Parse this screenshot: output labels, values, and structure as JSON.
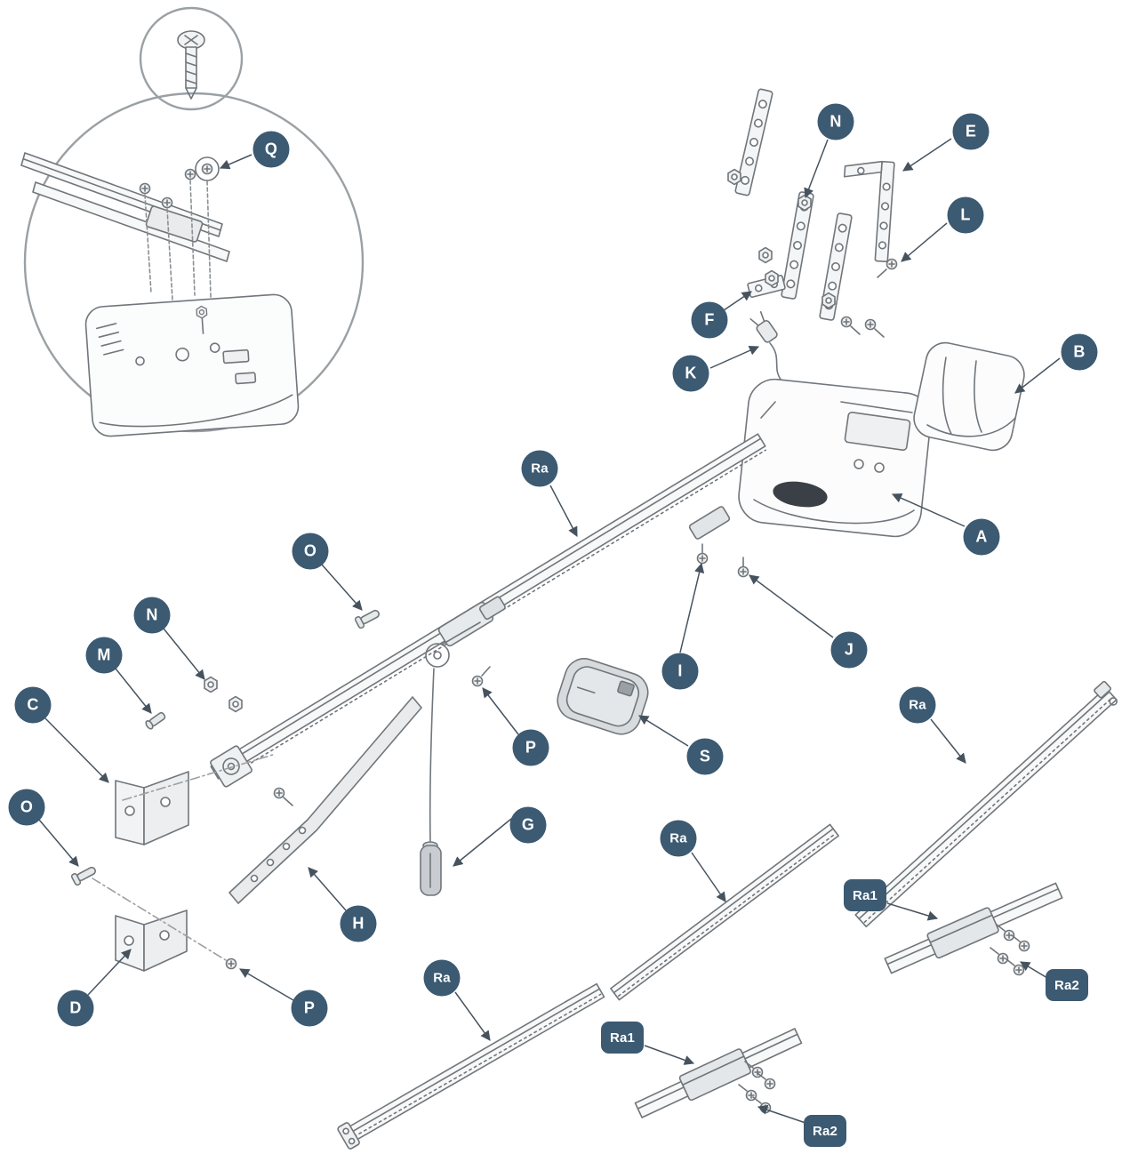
{
  "colors": {
    "badge": "#3c5a72",
    "badge_text": "#ffffff",
    "line": "#70767b"
  },
  "callouts": {
    "q": "Q",
    "n_top": "N",
    "e": "E",
    "l": "L",
    "f": "F",
    "k": "K",
    "b": "B",
    "ra_main": "Ra",
    "a": "A",
    "o_upper": "O",
    "n_left": "N",
    "m": "M",
    "c": "C",
    "i": "I",
    "j": "J",
    "p_mid": "P",
    "s": "S",
    "g": "G",
    "o_lower": "O",
    "h": "H",
    "d": "D",
    "p_bottom": "P",
    "ra_right": "Ra",
    "ra_mid": "Ra",
    "ra_left": "Ra",
    "ra1_right": "Ra1",
    "ra2_right": "Ra2",
    "ra1_bottom": "Ra1",
    "ra2_bottom": "Ra2"
  }
}
